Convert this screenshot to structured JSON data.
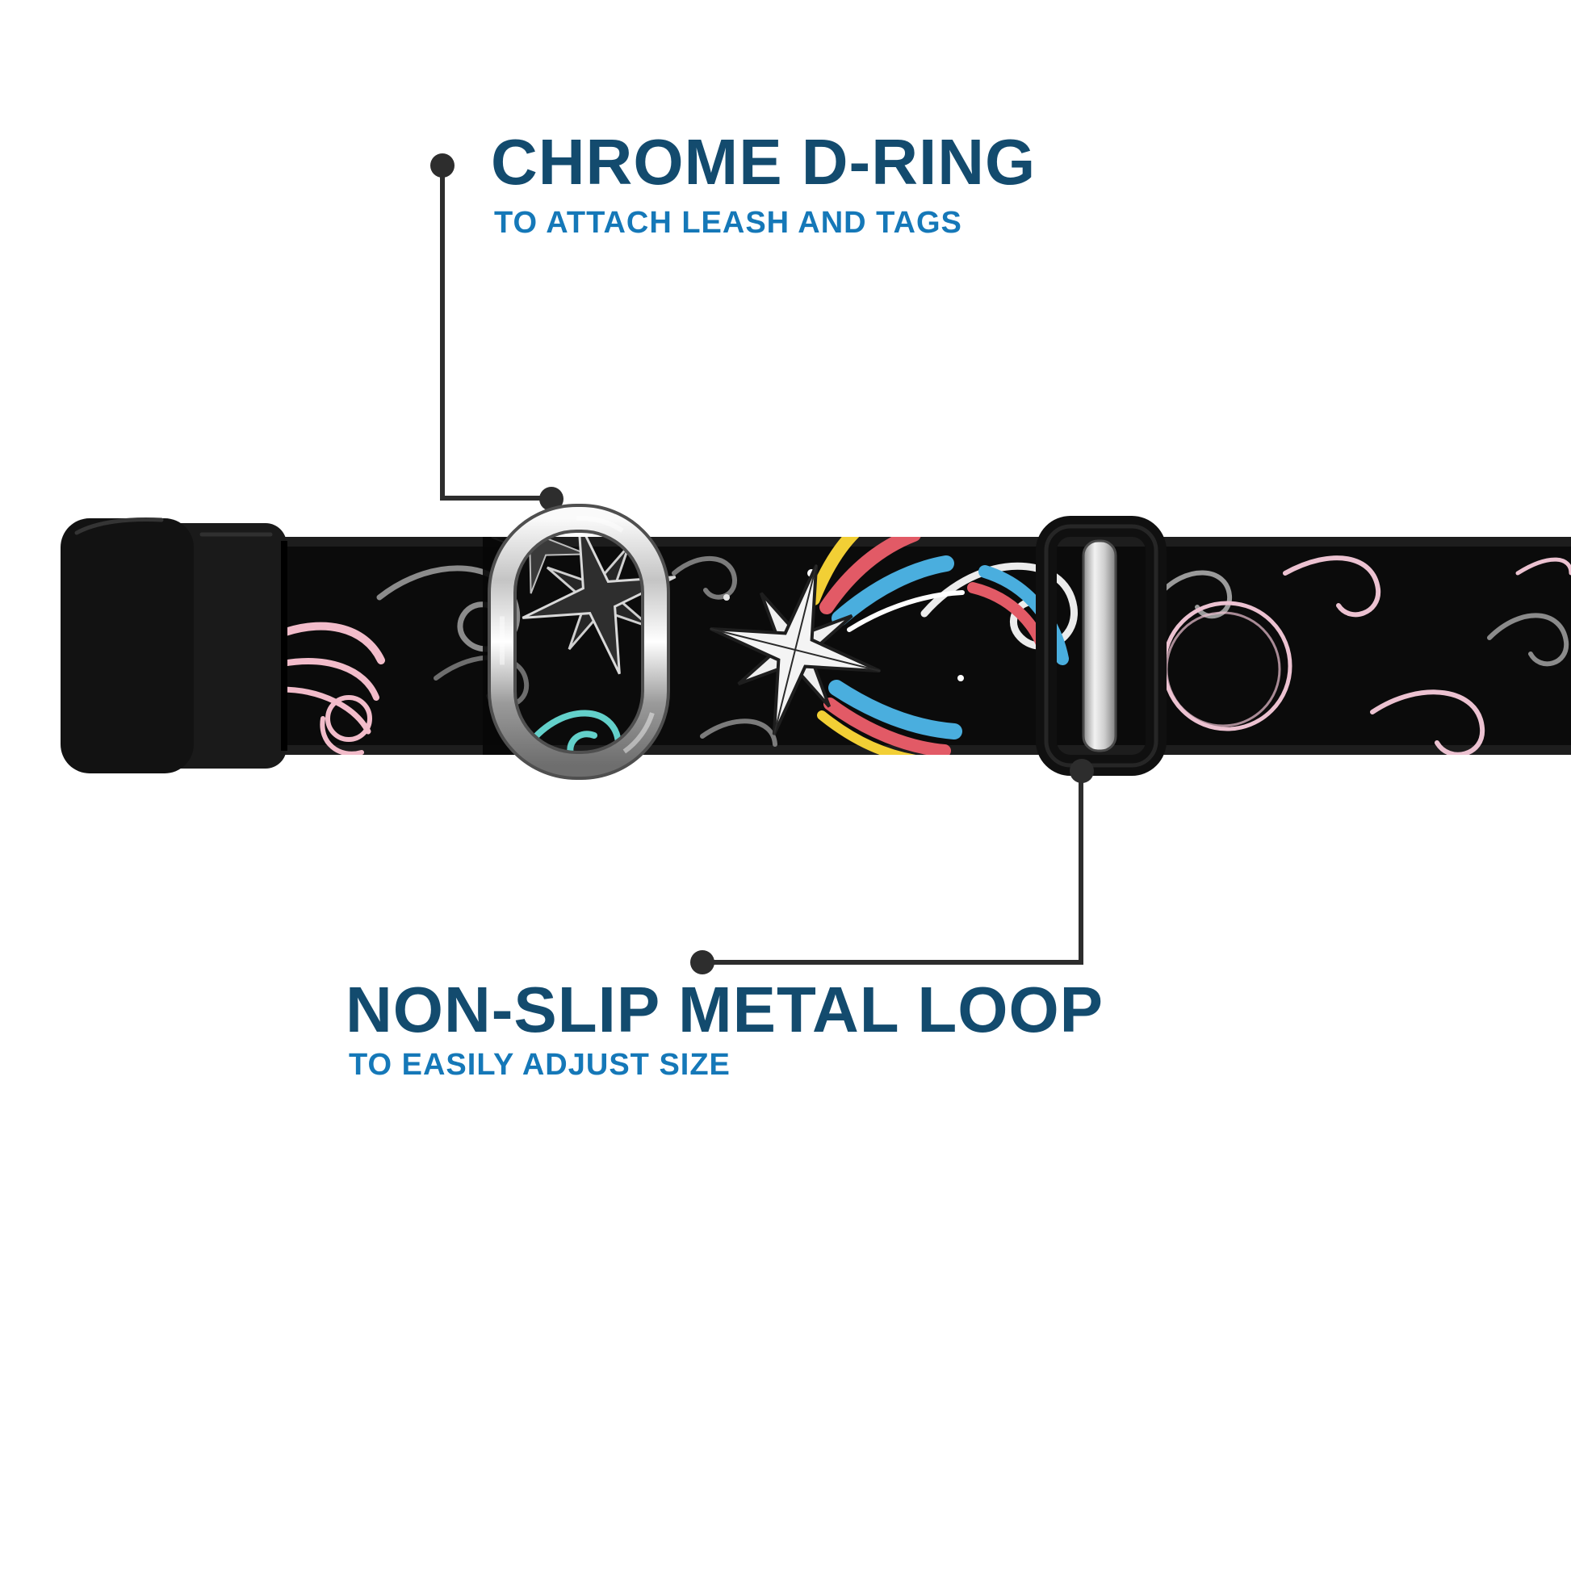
{
  "callouts": {
    "d_ring": {
      "title": "CHROME D-RING",
      "subtitle": "TO ATTACH LEASH AND TAGS"
    },
    "metal_loop": {
      "title": "NON-SLIP METAL LOOP",
      "subtitle": "TO EASILY ADJUST SIZE"
    }
  },
  "colors": {
    "title_navy": "#134b6e",
    "subtitle_blue": "#1578b8",
    "leader_line": "#2d2d2d",
    "collar_black": "#0b0b0b",
    "buckle_black": "#161616",
    "chrome_silver": "#c9c9c9",
    "pattern_blue": "#4aaede",
    "pattern_red": "#e25a66",
    "pattern_yellow": "#f2cf35",
    "pattern_pink": "#f2bcca",
    "pattern_teal": "#63d0ca",
    "pattern_gray": "#8b8b8b",
    "background": "#ffffff"
  }
}
